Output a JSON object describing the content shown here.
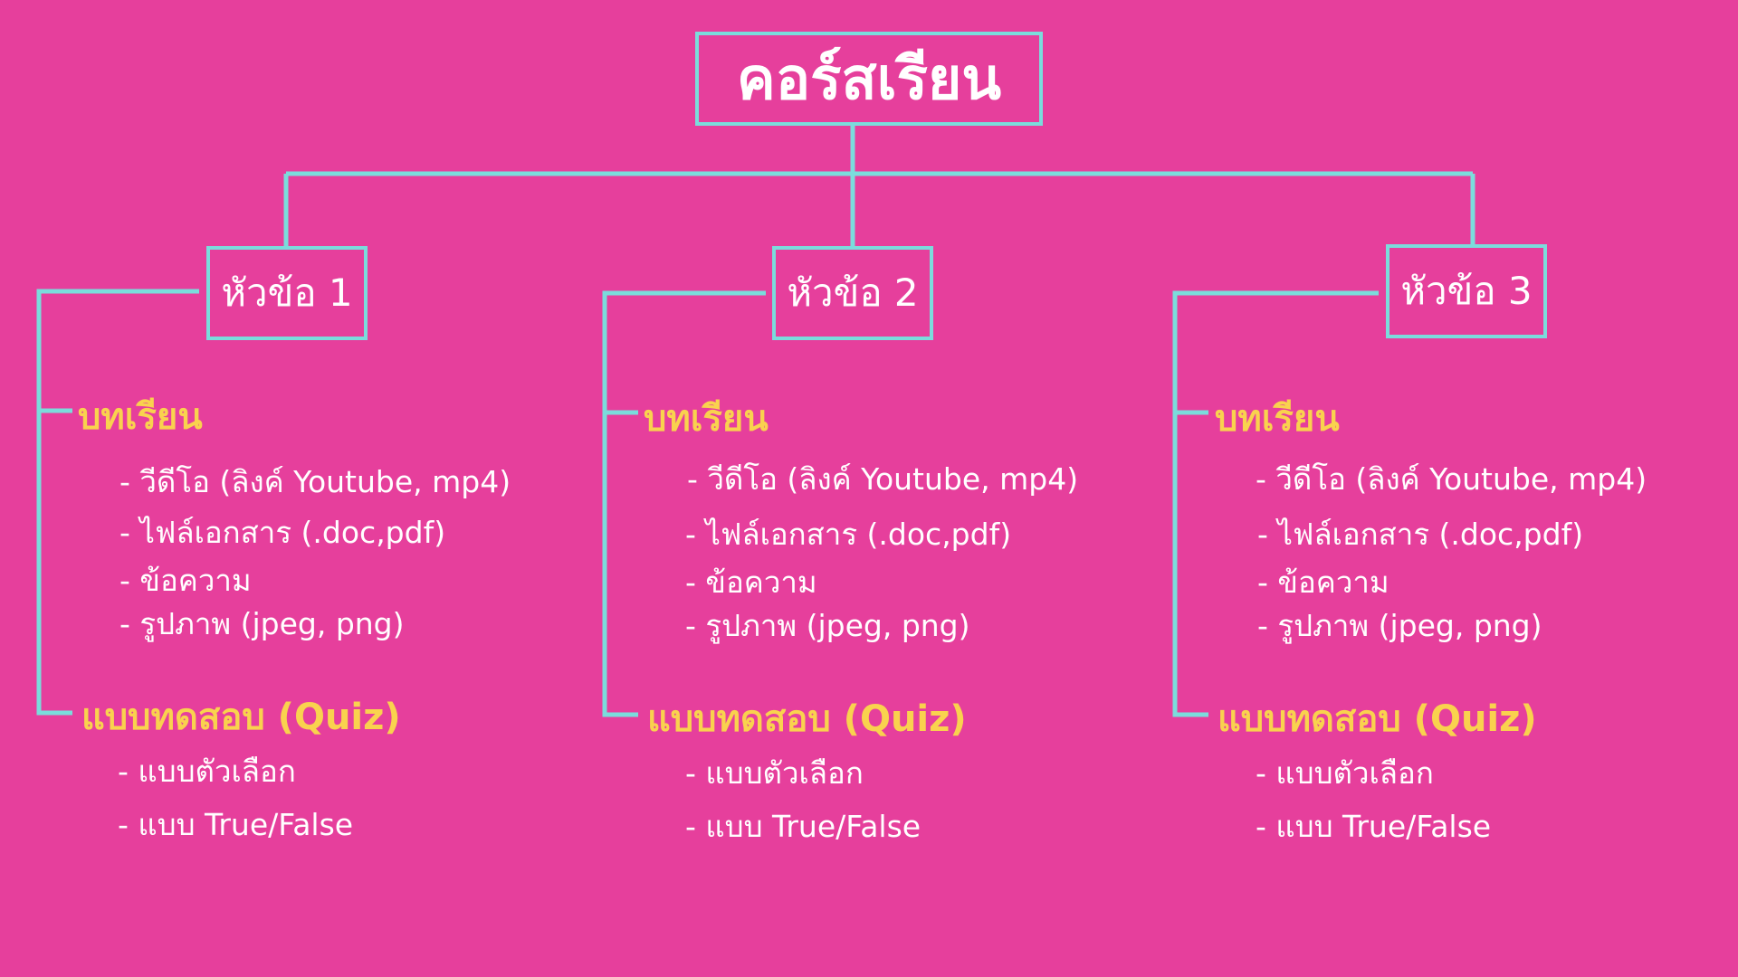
{
  "root": {
    "title": "คอร์สเรียน"
  },
  "topics": [
    {
      "title": "หัวข้อ 1",
      "lessons": {
        "title": "บทเรียน",
        "items": [
          "- วีดีโอ (ลิงค์ Youtube, mp4)",
          "- ไฟล์เอกสาร (.doc,pdf)",
          "- ข้อความ",
          "- รูปภาพ (jpeg, png)"
        ]
      },
      "quiz": {
        "title": "แบบทดสอบ (Quiz)",
        "items": [
          "- แบบตัวเลือก",
          "- แบบ True/False"
        ]
      }
    },
    {
      "title": "หัวข้อ 2",
      "lessons": {
        "title": "บทเรียน",
        "items": [
          "- วีดีโอ (ลิงค์ Youtube, mp4)",
          "- ไฟล์เอกสาร (.doc,pdf)",
          "- ข้อความ",
          "- รูปภาพ (jpeg, png)"
        ]
      },
      "quiz": {
        "title": "แบบทดสอบ (Quiz)",
        "items": [
          "- แบบตัวเลือก",
          "- แบบ True/False"
        ]
      }
    },
    {
      "title": "หัวข้อ 3",
      "lessons": {
        "title": "บทเรียน",
        "items": [
          "- วีดีโอ (ลิงค์ Youtube, mp4)",
          "- ไฟล์เอกสาร (.doc,pdf)",
          "- ข้อความ",
          "- รูปภาพ (jpeg, png)"
        ]
      },
      "quiz": {
        "title": "แบบทดสอบ (Quiz)",
        "items": [
          "- แบบตัวเลือก",
          "- แบบ True/False"
        ]
      }
    }
  ],
  "colors": {
    "background": "#E63F9C",
    "line": "#7BDCDC",
    "heading": "#F9D24E",
    "text": "#FFFFFF"
  }
}
